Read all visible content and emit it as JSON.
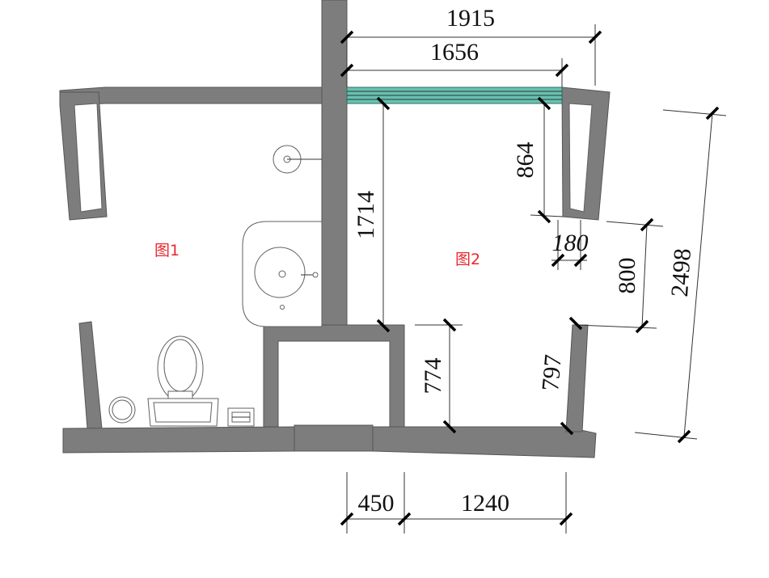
{
  "rooms": {
    "room1": "图1",
    "room2": "图2"
  },
  "dimensions": {
    "top_outer": "1915",
    "top_inner": "1656",
    "right_upper": "864",
    "partition_height": "1714",
    "jamb": "180",
    "door_opening": "800",
    "right_total": "2498",
    "lower_left": "774",
    "lower_right": "797",
    "bottom_left": "450",
    "bottom_right": "1240"
  },
  "colors": {
    "wall": "#7d7d7d",
    "window_glass": "#66c2b0",
    "room_label": "#e8262e"
  }
}
